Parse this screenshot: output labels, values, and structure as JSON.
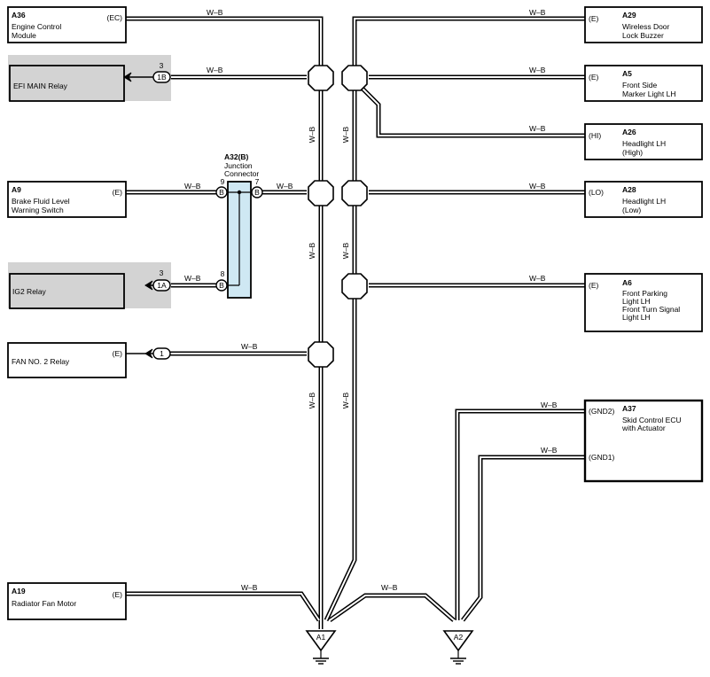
{
  "wire_label": "W–B",
  "components": [
    {
      "id": "A36",
      "name": [
        "Engine Control",
        "Module"
      ],
      "pin": "(EC)"
    },
    {
      "id": "",
      "name": [
        "EFI MAIN Relay"
      ],
      "pin": "",
      "conn_pin": "3",
      "conn": "1B"
    },
    {
      "id": "A9",
      "name": [
        "Brake Fluid Level",
        "Warning Switch"
      ],
      "pin": "(E)"
    },
    {
      "id": "",
      "name": [
        "IG2 Relay"
      ],
      "pin": "",
      "conn_pin": "3",
      "conn": "1A"
    },
    {
      "id": "",
      "name": [
        "FAN NO. 2 Relay"
      ],
      "pin": "(E)",
      "conn": "1"
    },
    {
      "id": "A19",
      "name": [
        "Radiator Fan Motor"
      ],
      "pin": "(E)"
    },
    {
      "id": "A29",
      "name": [
        "Wireless Door",
        "Lock Buzzer"
      ],
      "pin": "(E)"
    },
    {
      "id": "A5",
      "name": [
        "Front Side",
        "Marker Light LH"
      ],
      "pin": "(E)"
    },
    {
      "id": "A26",
      "name": [
        "Headlight LH",
        "(High)"
      ],
      "pin": "(HI)"
    },
    {
      "id": "A28",
      "name": [
        "Headlight LH",
        "(Low)"
      ],
      "pin": "(LO)"
    },
    {
      "id": "A6",
      "name": [
        "Front Parking",
        "Light LH",
        "Front Turn Signal",
        "Light LH"
      ],
      "pin": "(E)"
    },
    {
      "id": "A37",
      "name": [
        "Skid Control ECU",
        "with Actuator"
      ],
      "pins": [
        "(GND2)",
        "(GND1)"
      ]
    }
  ],
  "junction_connector": {
    "id": "A32(B)",
    "name": [
      "Junction",
      "Connector"
    ],
    "pins": [
      "9",
      "8",
      "7"
    ],
    "pin_code": "B"
  },
  "grounds": [
    "A1",
    "A2"
  ],
  "colors": {
    "relay_fill": "#d3d3d3",
    "junction_fill": "#cfe8f3",
    "line": "#000000"
  }
}
